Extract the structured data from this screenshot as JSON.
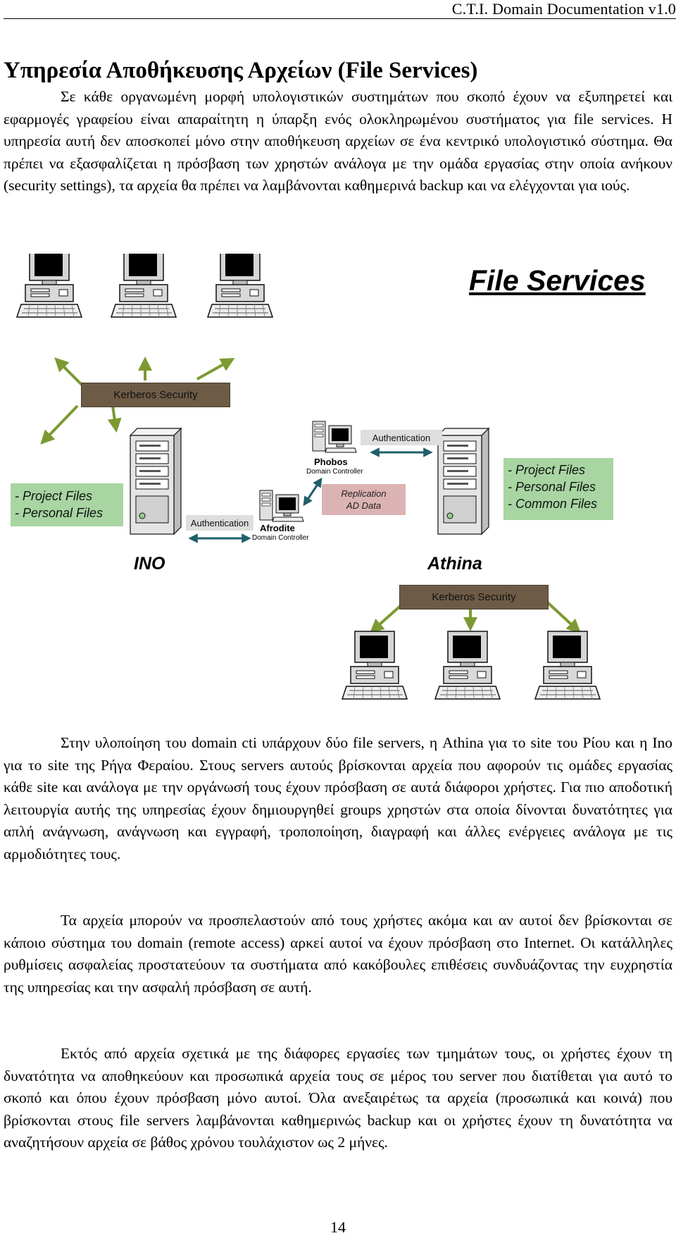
{
  "header": {
    "title": "C.T.I. Domain Documentation v1.0"
  },
  "section_title": "Υπηρεσία Αποθήκευσης Αρχείων (File Services)",
  "paragraphs": [
    "Σε κάθε οργανωμένη μορφή υπολογιστικών συστημάτων που σκοπό έχουν να εξυπηρετεί και εφαρμογές γραφείου είναι απαραίτητη η ύπαρξη ενός ολοκληρωμένου συστήματος για file services. Η υπηρεσία αυτή δεν αποσκοπεί μόνο στην αποθήκευ­ση αρχείων σε ένα κεντρικό υπολογιστικό σύστημα. Θα πρέπει να εξασφαλίζεται η πρόσβαση των χρηστών ανάλογα με την ομάδα εργασίας στην οποία ανήκουν (secu­rity settings), τα αρχεία θα πρέπει να λαμβάνονται καθημερινά backup και να ελέγχο­νται για ιούς.",
    "Στην υλοποίηση του domain cti υπάρχουν δύο file servers, η Athina για το site του Ρίου και η Ino για το site της Ρήγα Φεραίου. Στους servers αυτούς βρίσκονται αρχεία που αφορούν τις ομάδες εργασίας κάθε site και ανάλογα με την οργάνωσή τους έχουν πρόσβαση σε αυτά διάφοροι χρήστες. Για πιο αποδοτική λειτουργία αυτής της υπηρεσίας έχουν δημιουργηθεί groups χρηστών στα οποία δίνονται δυνατότητες για απλή ανάγνωση, ανάγνωση και εγγραφή, τροποποίηση, διαγραφή και άλλες ενέρ­γειες ανάλογα με τις αρμοδιότητες τους.",
    "Τα αρχεία μπορούν να προσπελαστούν από τους χρήστες ακόμα και αν αυτοί δεν βρίσκονται σε κάποιο σύστημα του domain (remote access) αρκεί αυτοί να έχουν πρόσβαση στο Internet. Οι κατάλληλες ρυθμίσεις ασφαλείας προστατεύουν τα συ­στήματα από κακόβουλες επιθέσεις συνδυάζοντας την ευχρηστία της υπηρεσίας και την ασφαλή πρόσβαση σε αυτή.",
    "Εκτός από αρχεία σχετικά με της διάφορες εργασίες των τμημάτων τους, οι χρήστες έχουν τη δυνατότητα να αποθηκεύουν και προσωπικά αρχεία τους σε μέρος του server που διατίθεται για αυτό το σκοπό και όπου έχουν πρόσβαση μόνο αυτοί. Όλα ανεξαιρέτως τα αρχεία (προσωπικά και κοινά) που βρίσκονται στους file servers λαμβάνονται καθημερινώς backup και οι χρήστες έχουν τη δυνατότητα να αναζητή­σουν αρχεία σε βάθος χρόνου τουλάχιστον ως 2 μήνες."
  ],
  "diagram": {
    "title": "File Services",
    "kerberos_top": "Kerberos Security",
    "kerberos_bottom": "Kerberos Security",
    "authentication_left": "Authentication",
    "authentication_right": "Authentication",
    "replication_line1": "Replication",
    "replication_line2": "AD Data",
    "ino_files": [
      "- Project Files",
      "- Personal Files"
    ],
    "athina_files": [
      "- Project Files",
      "- Personal Files",
      "- Common Files"
    ],
    "ino_label": "INO",
    "athina_label": "Athina",
    "phobos_label": "Phobos",
    "phobos_role": "Domain Controller",
    "afrodite_label": "Afrodite",
    "afrodite_role": "Domain Controller",
    "colors": {
      "kerberos_box": "#6e5b46",
      "files_box": "#a8d5a2",
      "replication_box": "#dcb3b3",
      "auth_box": "#dedede",
      "green_arrow": "#7c9a32",
      "teal_arrow": "#1f5f6b"
    }
  },
  "page_number": "14"
}
